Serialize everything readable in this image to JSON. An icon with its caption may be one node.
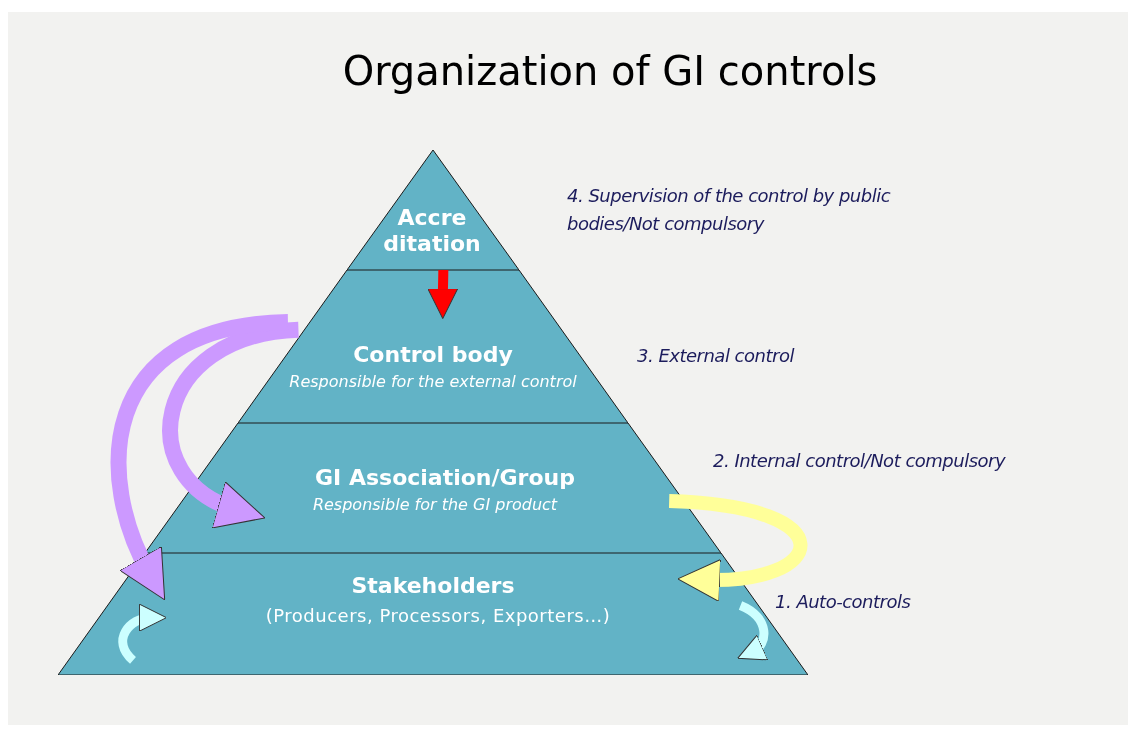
{
  "diagram": {
    "title": "Organization of GI controls",
    "nodes": [
      {
        "text": [
          "Accre ditation"
        ],
        "beside": [
          "4. Supervision of the control by public bodies/Not compulsory"
        ]
      },
      {
        "text": [
          "Control body",
          "Responsible for the external control"
        ],
        "beside": [
          "3. External control"
        ]
      },
      {
        "text": [
          "GI Association/Group",
          "Responsible for the GI product"
        ],
        "beside": [
          "2. Internal control/Not compulsory"
        ]
      },
      {
        "text": [
          "Stakeholders",
          "(Producers, Processors, Exporters…)"
        ],
        "beside": [
          "1. Auto-controls"
        ]
      }
    ],
    "edges": [
      {
        "from": 0,
        "to": 1,
        "arrow": "to",
        "color": "#ff0000"
      },
      {
        "from": 1,
        "to": 2,
        "arrow": "to",
        "color": "#cc99ff"
      },
      {
        "from": 1,
        "to": 3,
        "arrow": "to",
        "color": "#cc99ff"
      },
      {
        "from": 2,
        "to": 3,
        "arrow": "to",
        "color": "#ffff99"
      },
      {
        "from": 3,
        "to": 3,
        "arrow": "to",
        "color": "#ccffff"
      },
      {
        "from": 3,
        "to": 3,
        "arrow": "to",
        "color": "#ccffff"
      }
    ]
  }
}
